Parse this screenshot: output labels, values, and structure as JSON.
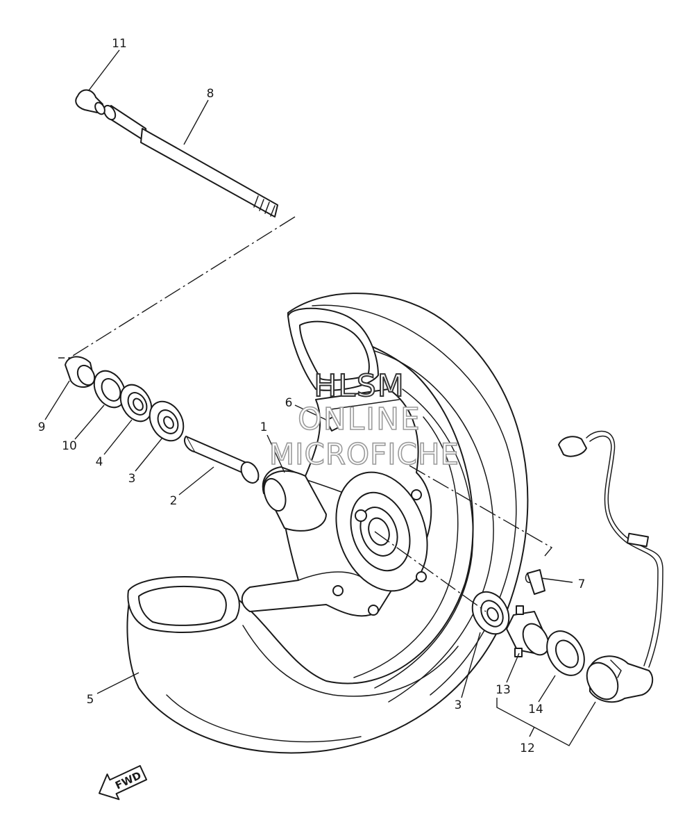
{
  "callouts": {
    "c1": "1",
    "c2": "2",
    "c3a": "3",
    "c3b": "3",
    "c4": "4",
    "c5": "5",
    "c6": "6",
    "c7": "7",
    "c8": "8",
    "c9": "9",
    "c10": "10",
    "c11": "11",
    "c12": "12",
    "c13": "13",
    "c14": "14"
  },
  "watermark": {
    "line1": "HLSM",
    "line2": "ONLINE",
    "line3": "MICROFICHE"
  },
  "direction": {
    "label": "FWD"
  },
  "colors": {
    "ink": "#1a1a1a",
    "watermark_outline": "#9a9a9a",
    "background": "#ffffff"
  }
}
